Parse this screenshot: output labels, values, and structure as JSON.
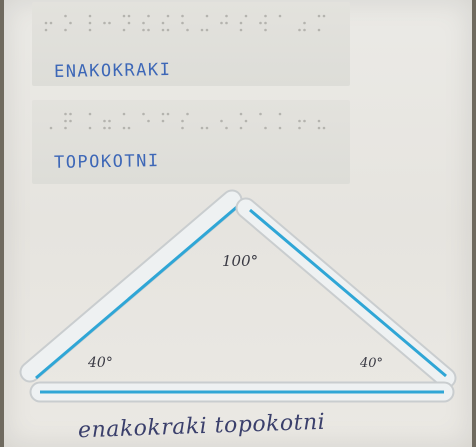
{
  "paper": {
    "line1": "ENAKOKRAKI",
    "line2": "TOPOKOTNI"
  },
  "triangle": {
    "apex_angle": "100°",
    "left_angle": "40°",
    "right_angle": "40°"
  },
  "caption": "enakokraki topokotni",
  "colors": {
    "ink_blue": "#3d67b7",
    "straw_stripe": "#2fa6d6",
    "straw_body": "#eef1f2"
  }
}
